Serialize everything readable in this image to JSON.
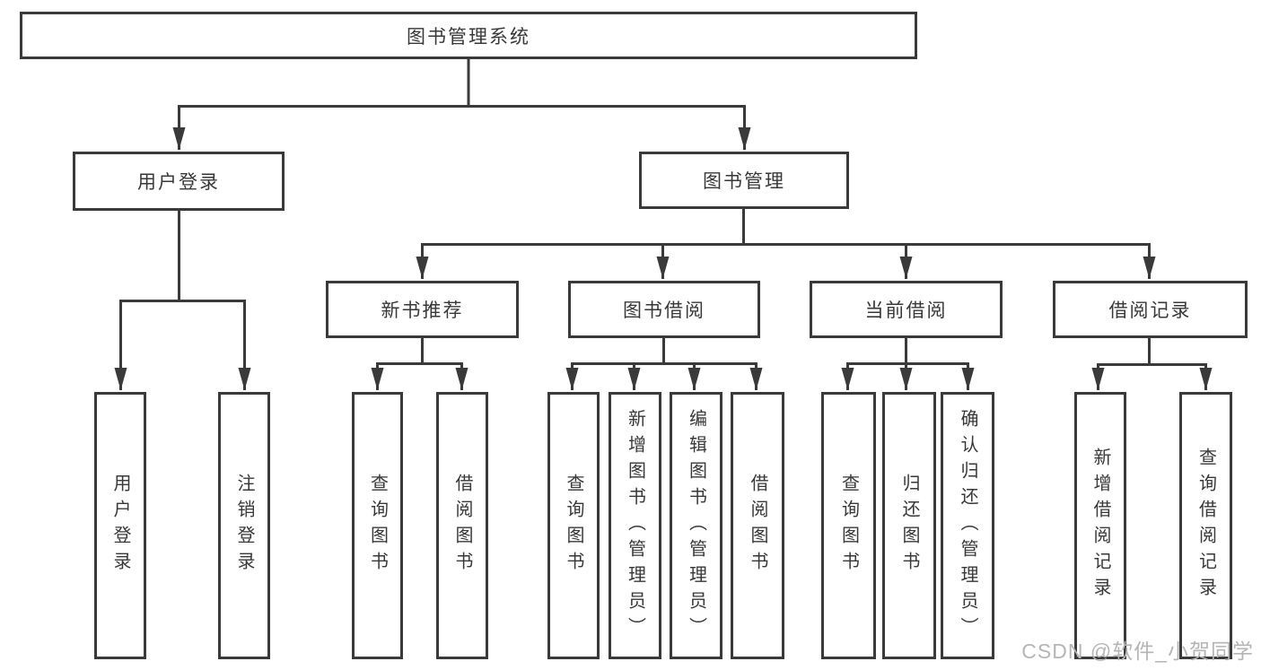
{
  "diagram": {
    "title": "图书管理系统",
    "nodes": {
      "root": {
        "label": "图书管理系统"
      },
      "user_login": {
        "label": "用户登录"
      },
      "book_mgmt": {
        "label": "图书管理"
      },
      "new_rec": {
        "label": "新书推荐"
      },
      "borrow": {
        "label": "图书借阅"
      },
      "current": {
        "label": "当前借阅"
      },
      "record": {
        "label": "借阅记录"
      },
      "leaf_login": {
        "label": "用户登录"
      },
      "leaf_logout": {
        "label": "注销登录"
      },
      "leaf_rec_query": {
        "label": "查询图书"
      },
      "leaf_rec_borrow": {
        "label": "借阅图书"
      },
      "leaf_bor_query": {
        "label": "查询图书"
      },
      "leaf_bor_add": {
        "label": "新增图书（管理员）"
      },
      "leaf_bor_edit": {
        "label": "编辑图书（管理员）"
      },
      "leaf_bor_borrow": {
        "label": "借阅图书"
      },
      "leaf_cur_query": {
        "label": "查询图书"
      },
      "leaf_cur_return": {
        "label": "归还图书"
      },
      "leaf_cur_confirm": {
        "label": "确认归还（管理员）"
      },
      "leaf_rcd_add": {
        "label": "新增借阅记录"
      },
      "leaf_rcd_query": {
        "label": "查询借阅记录"
      }
    },
    "colors": {
      "line": "#3a3a3a",
      "text": "#383838",
      "box_background": "#ffffff",
      "watermark": "#b5b5b5"
    }
  },
  "watermark": {
    "text": "CSDN @软件_小贺同学"
  }
}
